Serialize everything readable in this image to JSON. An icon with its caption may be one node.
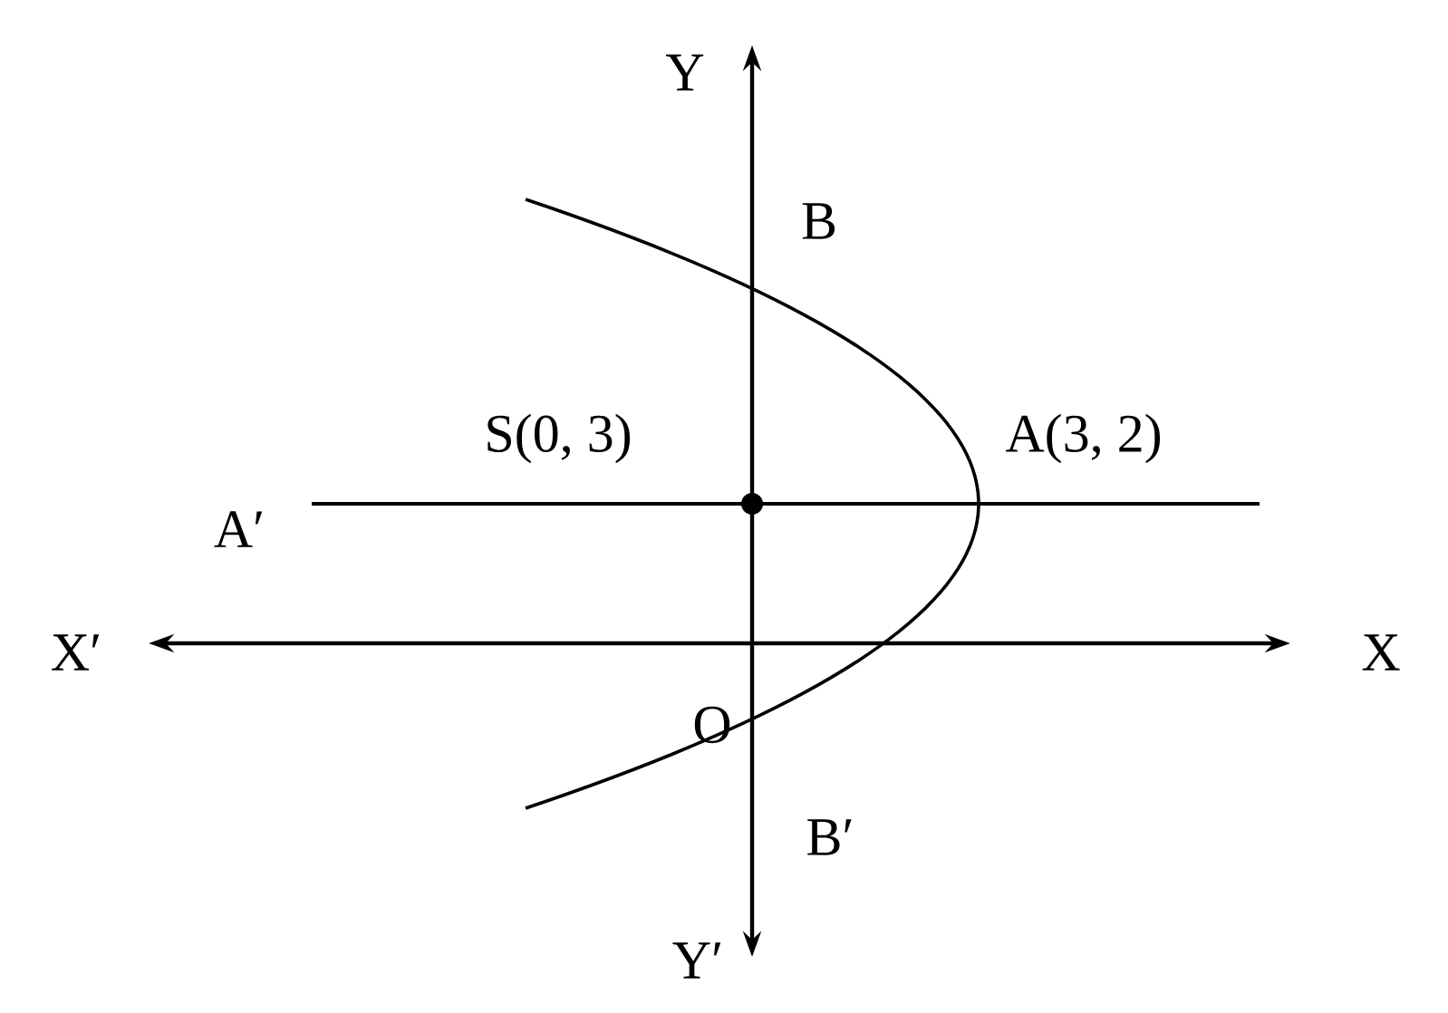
{
  "diagram": {
    "labels": [
      "Y",
      "B",
      "S(0, 3)",
      "A(3, 2)",
      "A′",
      "X′",
      "X",
      "O",
      "B′",
      "Y′"
    ]
  }
}
